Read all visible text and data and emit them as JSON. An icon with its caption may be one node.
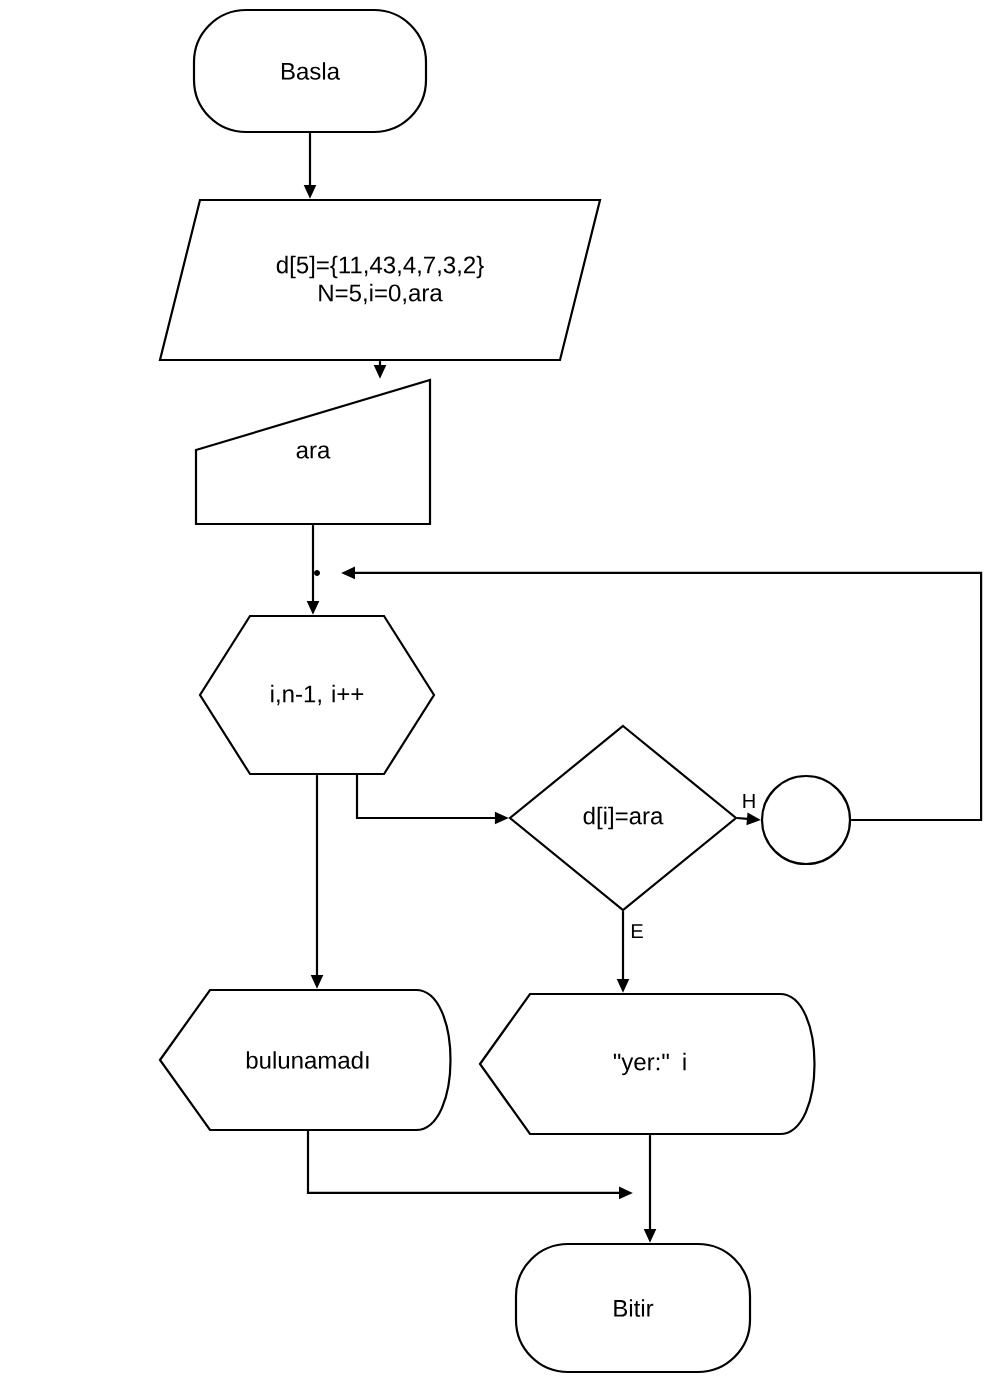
{
  "diagram": {
    "nodes": [
      {
        "text": [
          "Basla"
        ]
      },
      {
        "text": [
          "d[5]={11,43,4,7,3,2} N=5,i=0,ara"
        ]
      },
      {
        "text": [
          "ara"
        ]
      },
      {
        "text": [
          "i,n-1, i++"
        ]
      },
      {
        "text": [
          "d[i]=ara"
        ]
      },
      {
        "text": [],
        "shape": "circle"
      },
      {
        "text": [
          "bulunamadı"
        ]
      },
      {
        "text": [
          "\"yer:\" i"
        ]
      },
      {
        "text": [
          "Bitir"
        ]
      }
    ],
    "edges": [
      {
        "from": 0,
        "to": 1,
        "arrow": "to"
      },
      {
        "from": 1,
        "to": 2,
        "arrow": "to"
      },
      {
        "from": 2,
        "to": 3,
        "arrow": "to"
      },
      {
        "from": 3,
        "to": 4,
        "arrow": "to"
      },
      {
        "from": 4,
        "to": 5,
        "arrow": "to",
        "label": "H"
      },
      {
        "from": 5,
        "to": 3,
        "arrow": "to"
      },
      {
        "from": 3,
        "to": 6,
        "arrow": "to"
      },
      {
        "from": 4,
        "to": 7,
        "arrow": "to",
        "label": "E"
      },
      {
        "from": 6,
        "to": 8,
        "arrow": "to"
      },
      {
        "from": 7,
        "to": 8,
        "arrow": "to"
      }
    ]
  }
}
